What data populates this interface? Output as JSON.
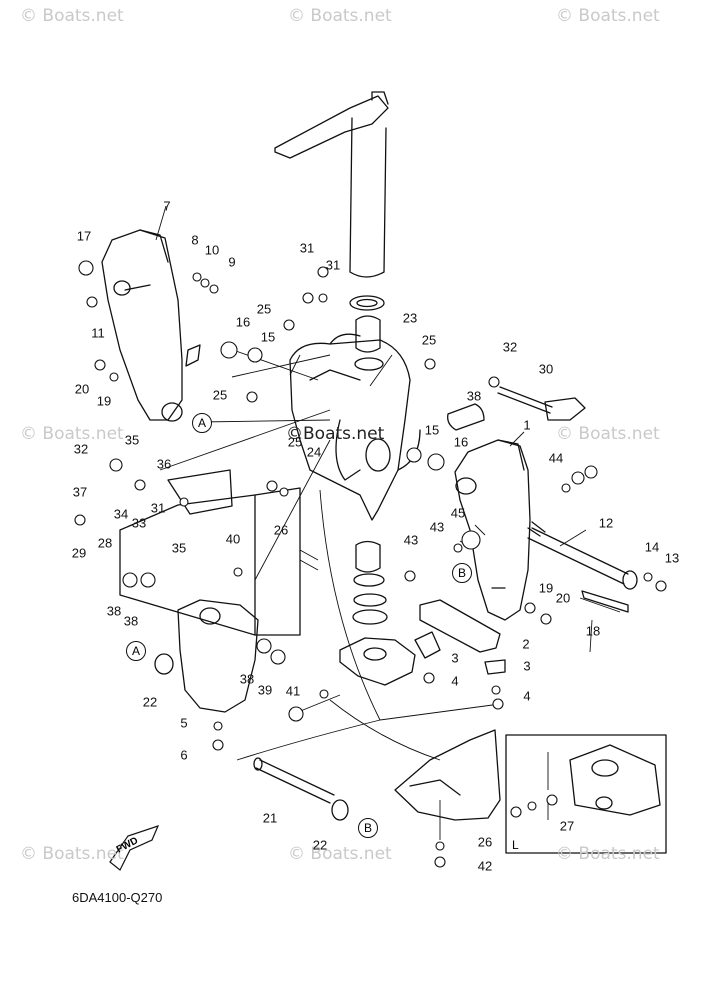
{
  "diagram": {
    "code": "6DA4100-Q270",
    "fwd_label": "FWD",
    "inset_letter": "L",
    "watermarks": {
      "corner": "© Boats.net",
      "center": "©Boats.net"
    },
    "callouts": [
      "A",
      "B"
    ],
    "labels": [
      "1",
      "2",
      "3",
      "3",
      "4",
      "4",
      "5",
      "6",
      "7",
      "8",
      "9",
      "10",
      "11",
      "12",
      "13",
      "14",
      "15",
      "15",
      "16",
      "16",
      "17",
      "18",
      "19",
      "19",
      "20",
      "20",
      "21",
      "22",
      "22",
      "23",
      "24",
      "25",
      "25",
      "25",
      "25",
      "26",
      "26",
      "27",
      "28",
      "29",
      "30",
      "31",
      "31",
      "31",
      "32",
      "32",
      "33",
      "34",
      "35",
      "35",
      "36",
      "37",
      "38",
      "38",
      "38",
      "38",
      "39",
      "40",
      "41",
      "42",
      "43",
      "43",
      "44",
      "45"
    ]
  }
}
